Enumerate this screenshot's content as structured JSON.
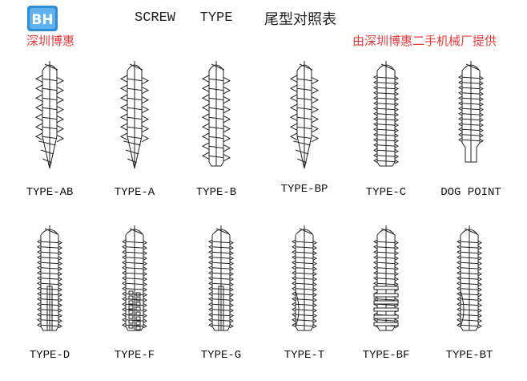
{
  "header": {
    "title": "SCREW   TYPE",
    "title_cn": "尾型对照表",
    "logo_text": "深圳博惠",
    "provider": "由深圳博惠二手机械厂提供",
    "accent_color": "#e83b3b",
    "logo_color": "#2f8fd6"
  },
  "screws": [
    {
      "label": "TYPE-AB",
      "tip": "gimlet",
      "slot": "none"
    },
    {
      "label": "TYPE-A",
      "tip": "gimlet-sharp",
      "slot": "none"
    },
    {
      "label": "TYPE-B",
      "tip": "blunt",
      "slot": "none"
    },
    {
      "label": "TYPE-BP",
      "tip": "cone",
      "slot": "none"
    },
    {
      "label": "TYPE-C",
      "tip": "blunt-fine",
      "slot": "none"
    },
    {
      "label": "DOG POINT",
      "tip": "dog",
      "slot": "none"
    },
    {
      "label": "TYPE-D",
      "tip": "blunt-fine",
      "slot": "narrow"
    },
    {
      "label": "TYPE-F",
      "tip": "blunt-fine",
      "slot": "serrated"
    },
    {
      "label": "TYPE-G",
      "tip": "blunt-fine",
      "slot": "narrow"
    },
    {
      "label": "TYPE-T",
      "tip": "blunt-fine",
      "slot": "side-cut"
    },
    {
      "label": "TYPE-BF",
      "tip": "blunt-fine",
      "slot": "fins"
    },
    {
      "label": "TYPE-BT",
      "tip": "blunt-fine",
      "slot": "side-cut"
    }
  ]
}
